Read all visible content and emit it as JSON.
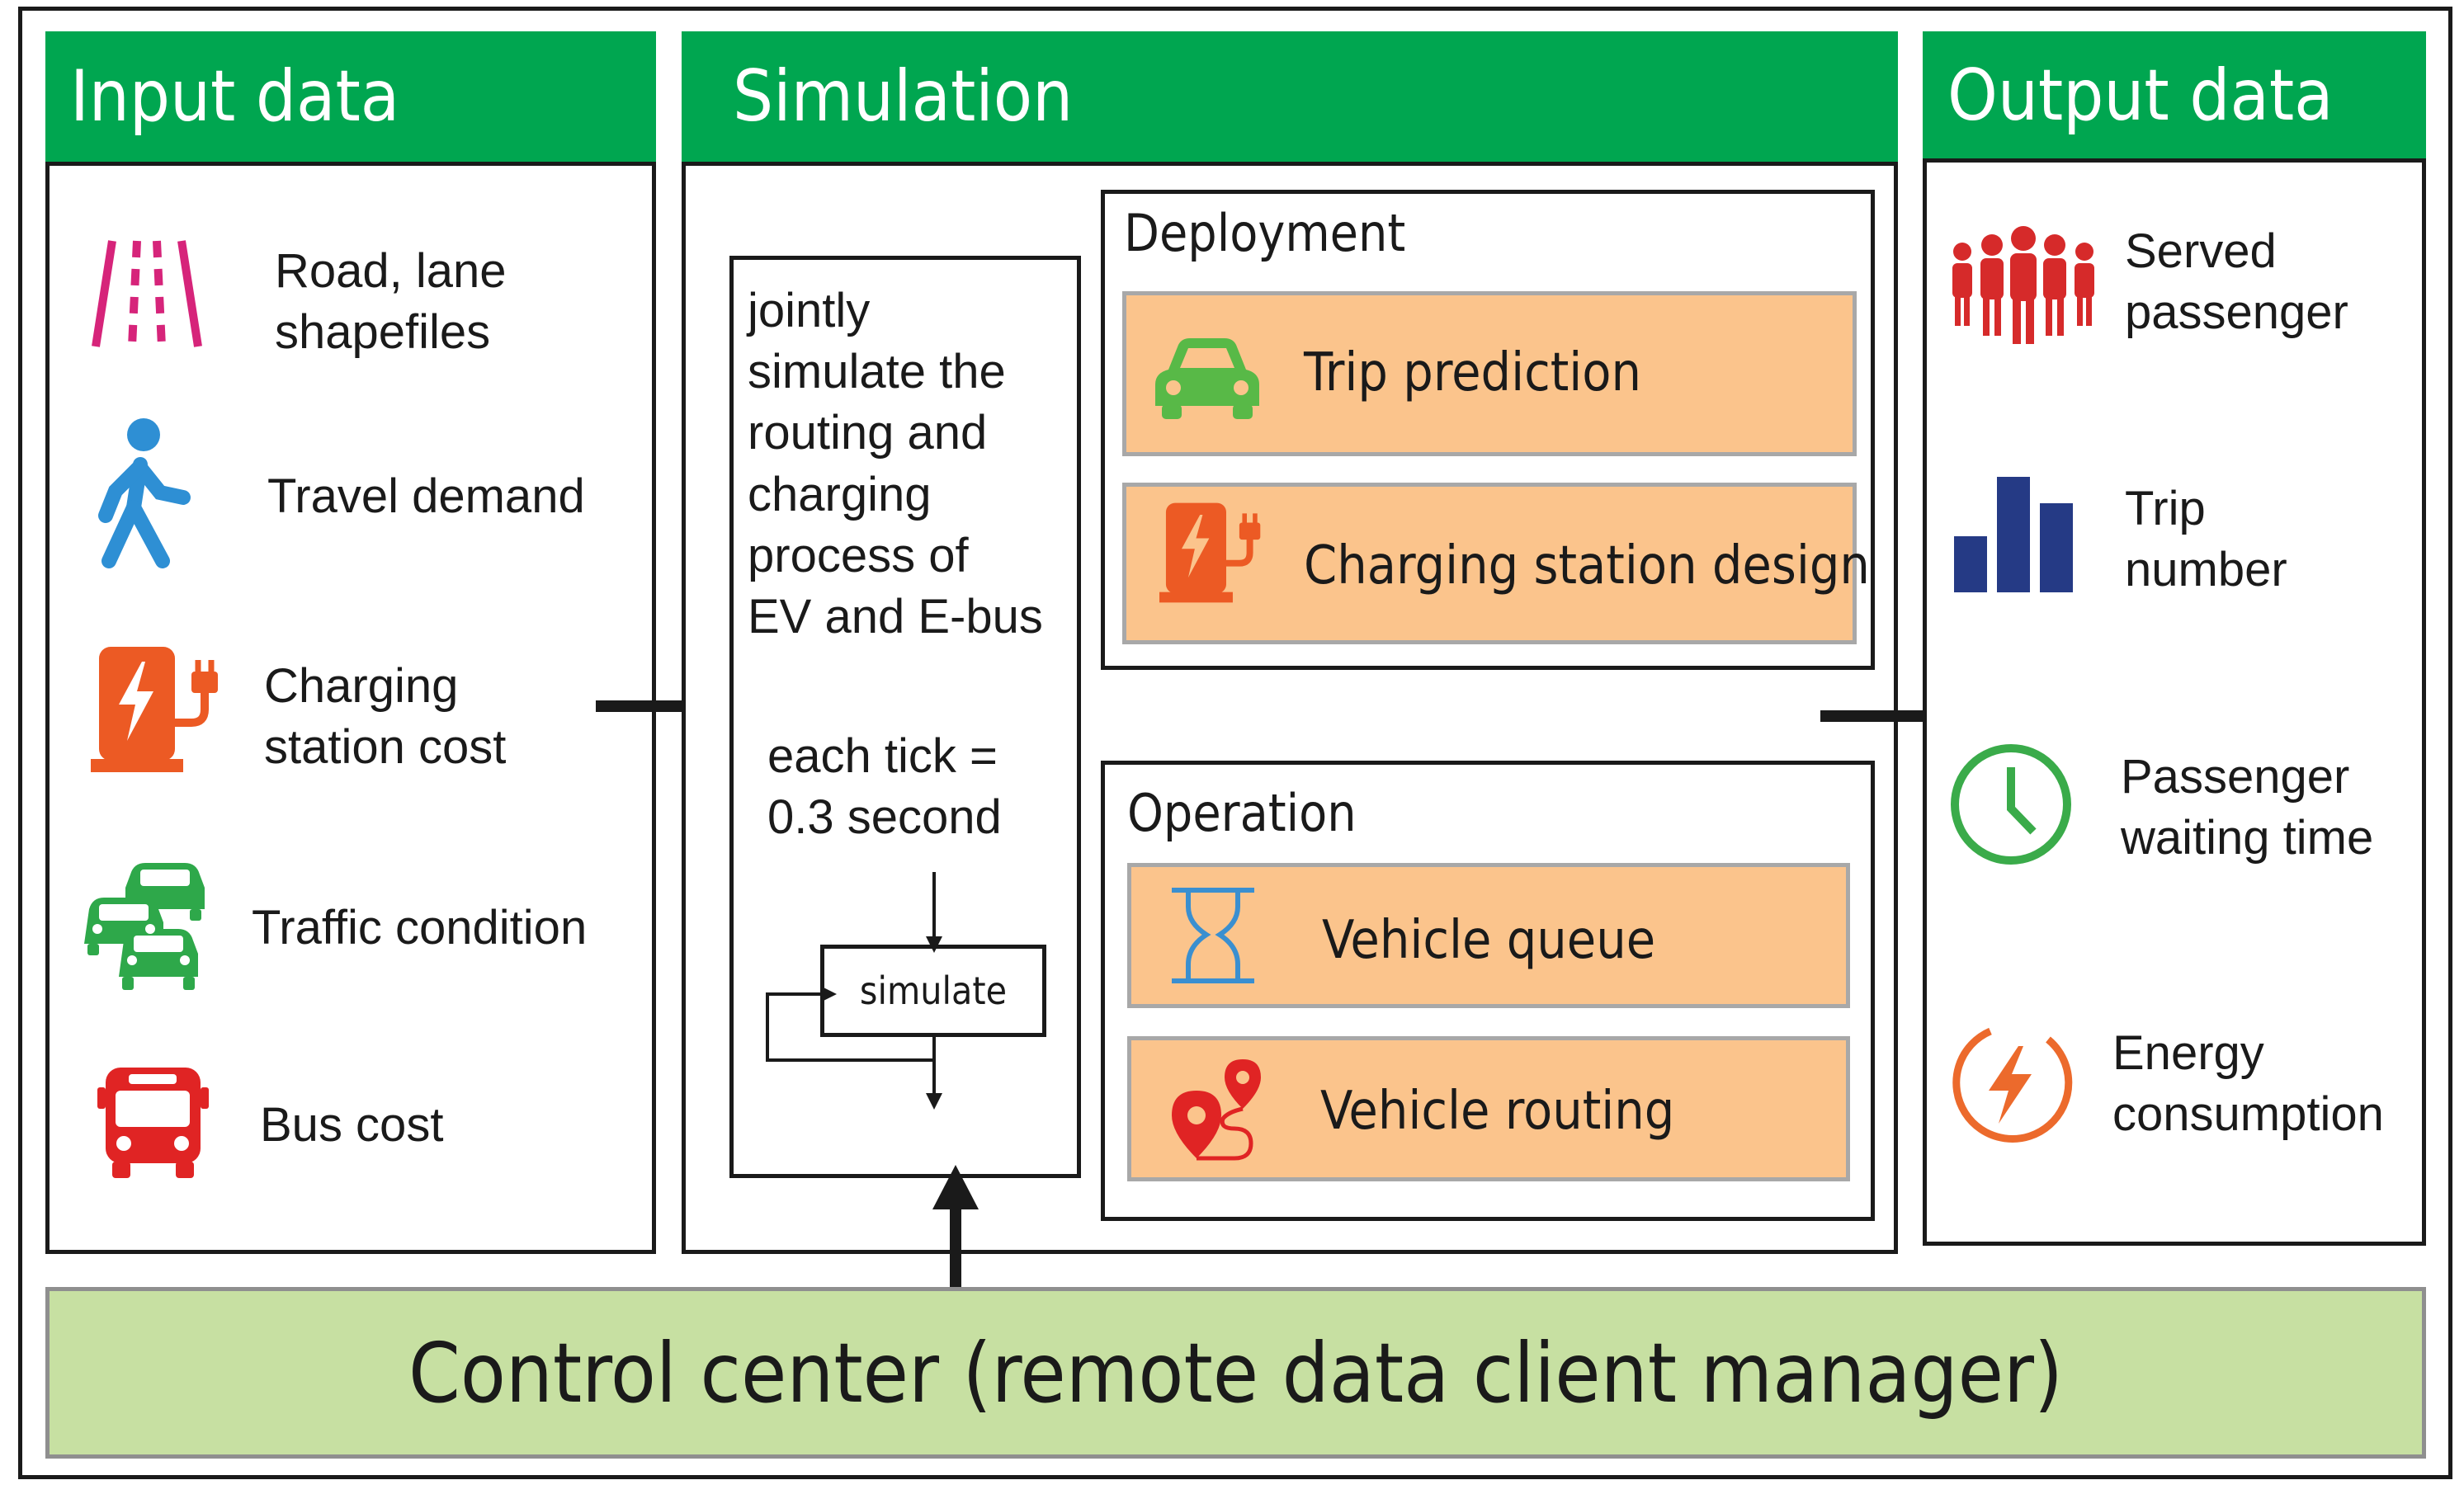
{
  "input": {
    "header": "Input data",
    "items": [
      {
        "label": "Road, lane\nshapefiles",
        "icon": "road-lanes-icon"
      },
      {
        "label": "Travel demand",
        "icon": "pedestrian-icon"
      },
      {
        "label": "Charging\nstation cost",
        "icon": "charging-station-icon"
      },
      {
        "label": "Traffic condition",
        "icon": "traffic-cars-icon"
      },
      {
        "label": "Bus cost",
        "icon": "bus-icon"
      }
    ]
  },
  "simulation": {
    "header": "Simulation",
    "description": "jointly\nsimulate the\nrouting and\ncharging\nprocess of\nEV and E-bus",
    "tick": "each tick =\n0.3 second",
    "loop_label": "simulate",
    "deployment": {
      "title": "Deployment",
      "items": [
        {
          "label": "Trip prediction",
          "icon": "car-icon"
        },
        {
          "label": "Charging station design",
          "icon": "charging-station-icon"
        }
      ]
    },
    "operation": {
      "title": "Operation",
      "items": [
        {
          "label": "Vehicle queue",
          "icon": "hourglass-icon"
        },
        {
          "label": "Vehicle routing",
          "icon": "route-pin-icon"
        }
      ]
    }
  },
  "output": {
    "header": "Output data",
    "items": [
      {
        "label": "Served\npassenger",
        "icon": "people-group-icon"
      },
      {
        "label": "Trip\nnumber",
        "icon": "bar-chart-icon"
      },
      {
        "label": "Passenger\nwaiting time",
        "icon": "clock-icon"
      },
      {
        "label": "Energy\nconsumption",
        "icon": "energy-bolt-icon"
      }
    ]
  },
  "control_center": "Control center (remote data client manager)",
  "colors": {
    "header_green": "#00a650",
    "box_orange": "#fbc48c",
    "control_green": "#c7e0a2",
    "road_magenta": "#d6247a",
    "walker_blue": "#2e8fd4",
    "charger_orange": "#ec5a24",
    "car_green": "#58b947",
    "bus_red": "#e02424",
    "people_red": "#d62a2a",
    "bar_navy": "#253a85",
    "clock_green": "#3aab4a",
    "hourglass_blue": "#3a8fd0"
  }
}
